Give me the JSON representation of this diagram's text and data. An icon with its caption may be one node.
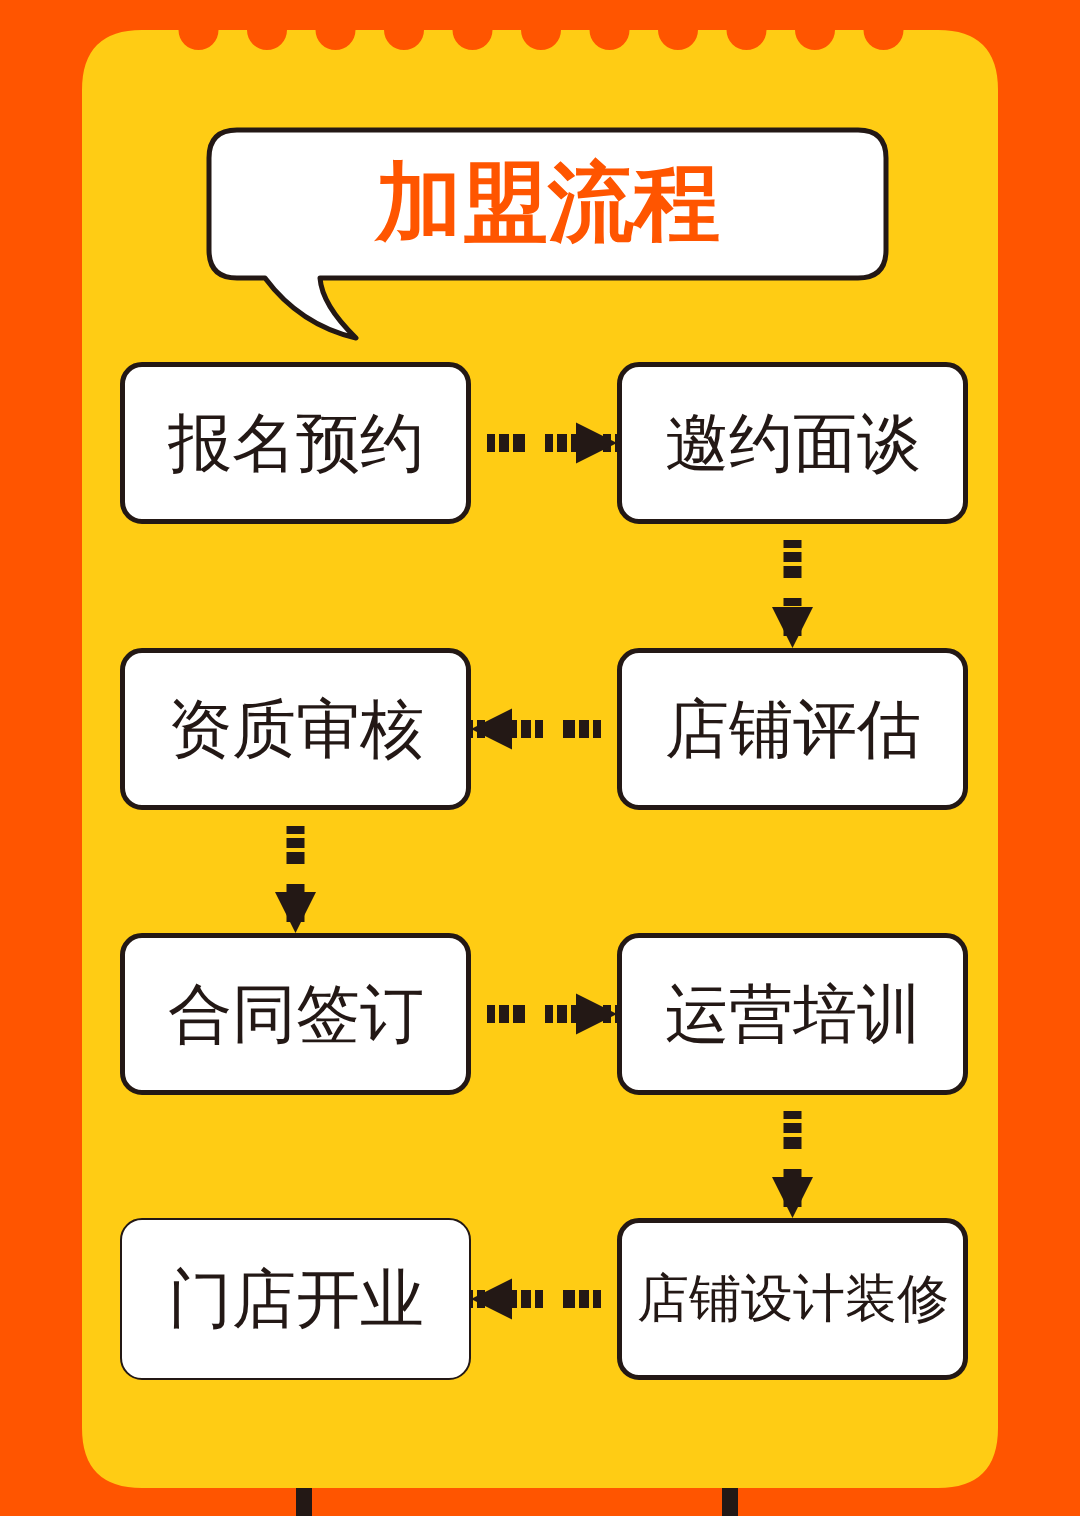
{
  "diagram": {
    "title": "加盟流程",
    "nodes": [
      {
        "text": [
          "报名预约"
        ]
      },
      {
        "text": [
          "邀约面谈"
        ]
      },
      {
        "text": [
          "店铺评估"
        ]
      },
      {
        "text": [
          "资质审核"
        ]
      },
      {
        "text": [
          "合同签订"
        ]
      },
      {
        "text": [
          "运营培训"
        ]
      },
      {
        "text": [
          "店铺设计装修"
        ]
      },
      {
        "text": [
          "门店开业"
        ]
      }
    ],
    "edges": [
      {
        "from": 0,
        "to": 1,
        "arrow": "to"
      },
      {
        "from": 1,
        "to": 2,
        "arrow": "to"
      },
      {
        "from": 2,
        "to": 3,
        "arrow": "to"
      },
      {
        "from": 3,
        "to": 4,
        "arrow": "to"
      },
      {
        "from": 4,
        "to": 5,
        "arrow": "to"
      },
      {
        "from": 5,
        "to": 6,
        "arrow": "to"
      },
      {
        "from": 6,
        "to": 7,
        "arrow": "to"
      }
    ]
  }
}
